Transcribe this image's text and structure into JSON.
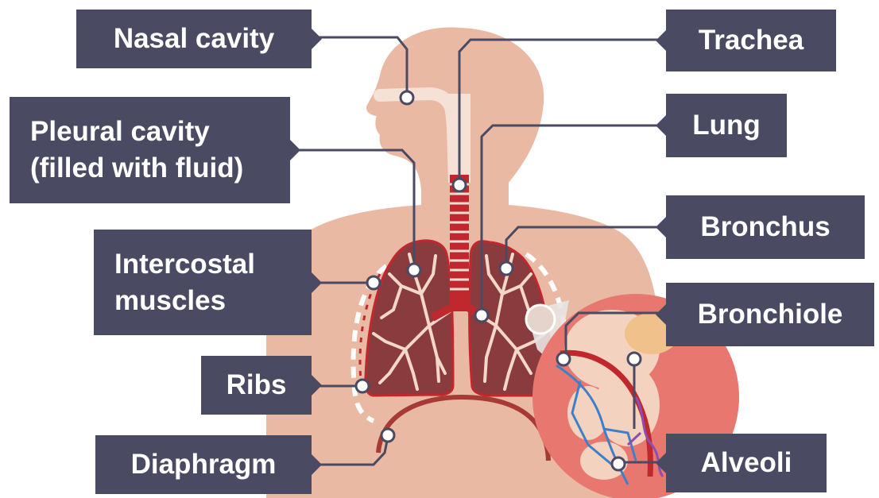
{
  "labels": {
    "nasal_cavity": "Nasal cavity",
    "pleural_cavity_line1": "Pleural cavity",
    "pleural_cavity_line2": "(filled with fluid)",
    "intercostal_line1": "Intercostal",
    "intercostal_line2": "muscles",
    "ribs": "Ribs",
    "diaphragm": "Diaphragm",
    "trachea": "Trachea",
    "lung": "Lung",
    "bronchus": "Bronchus",
    "bronchiole": "Bronchiole",
    "alveoli": "Alveoli"
  },
  "colors": {
    "label_bg": "#4a4a62",
    "label_text": "#ffffff",
    "skin": "#e9b9a3",
    "nasal_passage": "#f6e1d6",
    "lung_fill": "#8a3b3e",
    "bronchi": "#f3d8c8",
    "trachea_red": "#c0282d",
    "diaphragm": "#a63a35",
    "alveoli_bg": "#e8786f",
    "vein_blue": "#3f7fc7",
    "vessel_purple": "#8a4fb0",
    "leader_line": "#4a4a62"
  }
}
